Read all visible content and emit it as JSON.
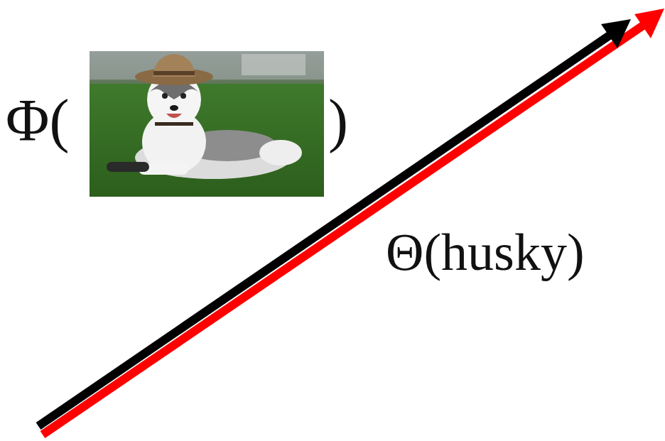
{
  "diagram": {
    "labels": [
      "Φ(",
      ")",
      "Θ(husky)"
    ]
  }
}
